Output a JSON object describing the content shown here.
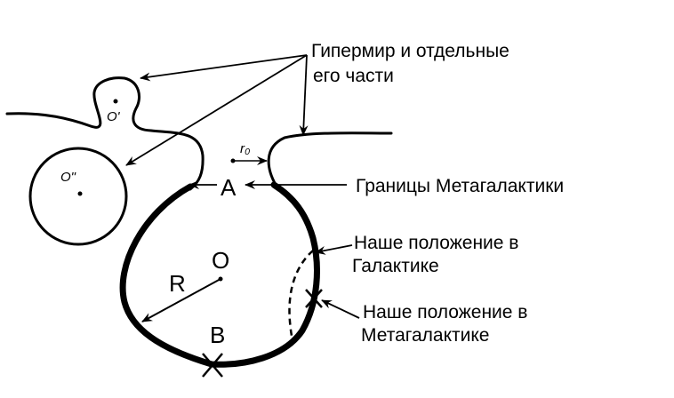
{
  "annotations": {
    "hyperworld_line1": "Гипермир и отдельные",
    "hyperworld_line2": "его части",
    "boundary": "Границы Метагалактики",
    "galaxy_pos_line1": "Наше положение в",
    "galaxy_pos_line2": "Галактике",
    "meta_pos_line1": "Наше положение в",
    "meta_pos_line2": "Метагалактике"
  },
  "points": {
    "a": "A",
    "b": "B",
    "o": "O",
    "o1": "O'",
    "o2": "O\"",
    "r": "R",
    "r0": "r₀"
  },
  "colors": {
    "ink": "#000000",
    "background": "#ffffff"
  }
}
